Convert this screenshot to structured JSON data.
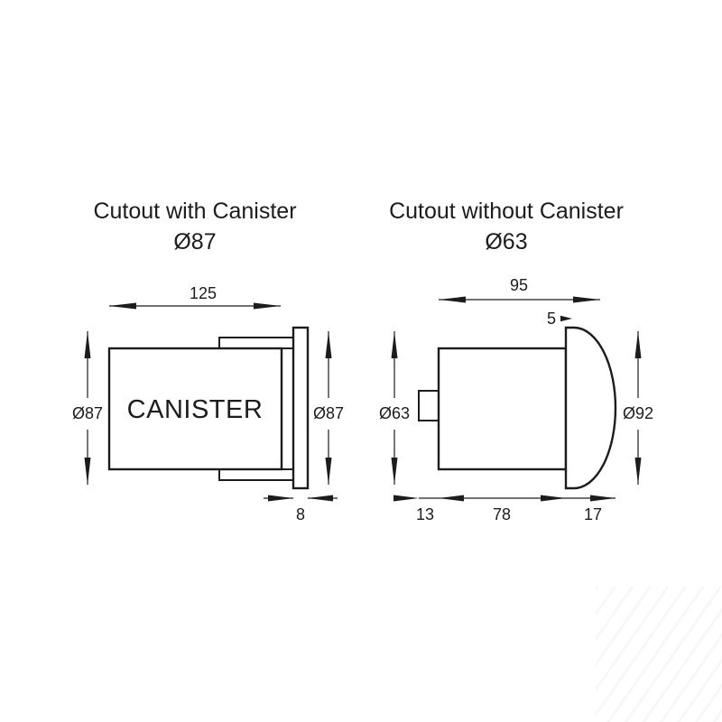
{
  "left_drawing": {
    "title": "Cutout with Canister",
    "diameter": "Ø87",
    "body_label": "CANISTER",
    "dims": {
      "width": "125",
      "left": "Ø87",
      "right": "Ø87",
      "flange_depth": "8"
    }
  },
  "right_drawing": {
    "title": "Cutout without Canister",
    "diameter": "Ø63",
    "dims": {
      "width": "95",
      "lip": "5",
      "cutout": "Ø63",
      "face": "Ø92",
      "tab": "13",
      "body": "78",
      "dome": "17"
    }
  }
}
